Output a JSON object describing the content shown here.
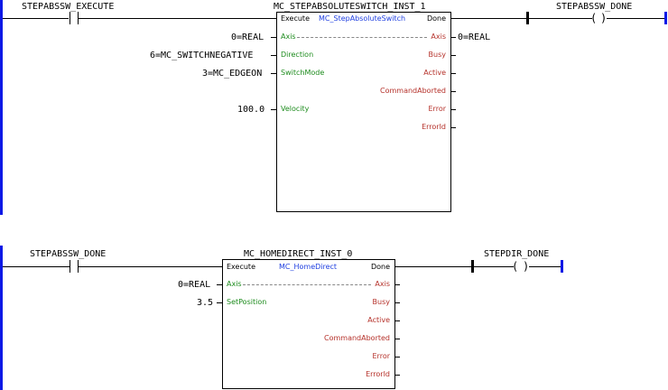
{
  "rung1": {
    "contact_var": "STEPABSSW_EXECUTE",
    "instance_name": "MC_STEPABSOLUTESWITCH_INST_1",
    "fb_type": "MC_StepAbsoluteSwitch",
    "in_execute": "Execute",
    "out_done": "Done",
    "in_axis": "Axis",
    "out_axis": "Axis",
    "in_direction": "Direction",
    "out_busy": "Busy",
    "in_switchmode": "SwitchMode",
    "out_active": "Active",
    "out_commandaborted": "CommandAborted",
    "in_velocity": "Velocity",
    "out_error": "Error",
    "out_errorid": "ErrorId",
    "axis_in_value": "0=REAL",
    "axis_out_value": "0=REAL",
    "direction_value": "6=MC_SWITCHNEGATIVE",
    "switchmode_value": "3=MC_EDGEON",
    "velocity_value": "100.0",
    "coil_var": "STEPABSSW_DONE"
  },
  "rung2": {
    "contact_var": "STEPABSSW_DONE",
    "instance_name": "MC_HOMEDIRECT_INST_0",
    "fb_type": "MC_HomeDirect",
    "in_execute": "Execute",
    "out_done": "Done",
    "in_axis": "Axis",
    "out_axis": "Axis",
    "in_setposition": "SetPosition",
    "out_busy": "Busy",
    "out_active": "Active",
    "out_commandaborted": "CommandAborted",
    "out_error": "Error",
    "out_errorid": "ErrorId",
    "axis_in_value": "0=REAL",
    "setposition_value": "3.5",
    "coil_var": "STEPDIR_DONE"
  },
  "colors": {
    "power_rail": "#0a18e6",
    "fb_type_text": "#1f3fe0",
    "input_pin_text": "#1e8c1e",
    "output_pin_text": "#b5312a"
  },
  "icons": {
    "contact": "normally-open-contact",
    "coil": "output-coil"
  }
}
